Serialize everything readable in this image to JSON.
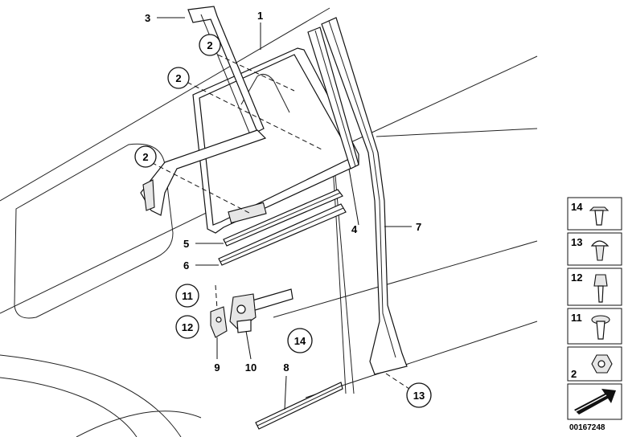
{
  "callouts": {
    "c1": "1",
    "c2a": "2",
    "c2b": "2",
    "c2c": "2",
    "c3": "3",
    "c4": "4",
    "c5": "5",
    "c6": "6",
    "c7": "7",
    "c8": "8",
    "c9": "9",
    "c10": "10",
    "c11": "11",
    "c12": "12",
    "c13": "13",
    "c14": "14"
  },
  "legend": {
    "items": [
      {
        "number": "14",
        "icon": "expanding-rivet-icon"
      },
      {
        "number": "13",
        "icon": "trim-clip-icon"
      },
      {
        "number": "12",
        "icon": "hex-bolt-icon"
      },
      {
        "number": "11",
        "icon": "collar-screw-icon"
      },
      {
        "number": "2",
        "icon": "hex-nut-icon"
      },
      {
        "number": "",
        "icon": "arrow-sticker-icon"
      }
    ]
  },
  "image_id": "00167248"
}
